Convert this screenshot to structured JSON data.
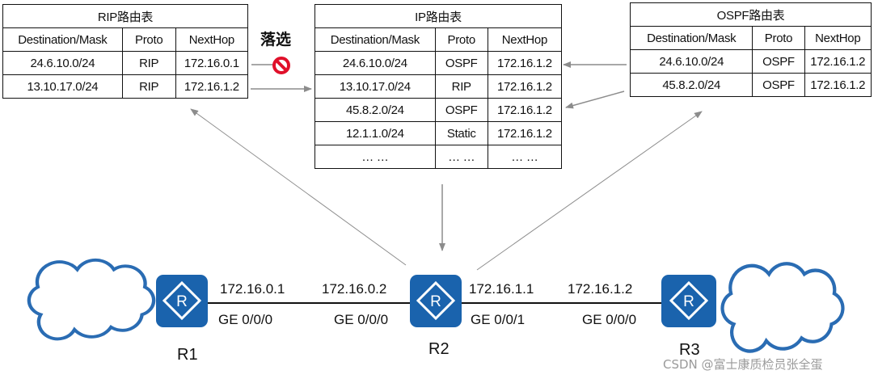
{
  "rip_table": {
    "title": "RIP路由表",
    "headers": [
      "Destination/Mask",
      "Proto",
      "NextHop"
    ],
    "rows": [
      [
        "24.6.10.0/24",
        "RIP",
        "172.16.0.1"
      ],
      [
        "13.10.17.0/24",
        "RIP",
        "172.16.1.2"
      ]
    ]
  },
  "ip_table": {
    "title": "IP路由表",
    "headers": [
      "Destination/Mask",
      "Proto",
      "NextHop"
    ],
    "rows": [
      [
        "24.6.10.0/24",
        "OSPF",
        "172.16.1.2"
      ],
      [
        "13.10.17.0/24",
        "RIP",
        "172.16.1.2"
      ],
      [
        "45.8.2.0/24",
        "OSPF",
        "172.16.1.2"
      ],
      [
        "12.1.1.0/24",
        "Static",
        "172.16.1.2"
      ],
      [
        "… …",
        "… …",
        "… …"
      ]
    ]
  },
  "ospf_table": {
    "title": "OSPF路由表",
    "headers": [
      "Destination/Mask",
      "Proto",
      "NextHop"
    ],
    "rows": [
      [
        "24.6.10.0/24",
        "OSPF",
        "172.16.1.2"
      ],
      [
        "45.8.2.0/24",
        "OSPF",
        "172.16.1.2"
      ]
    ]
  },
  "rejected_label": "落选",
  "routers": {
    "r1": {
      "name": "R1",
      "ip": "172.16.0.1",
      "iface": "GE 0/0/0"
    },
    "r2": {
      "name": "R2",
      "ip_left": "172.16.0.2",
      "iface_left": "GE 0/0/0",
      "ip_right": "172.16.1.1",
      "iface_right": "GE 0/0/1"
    },
    "r3": {
      "name": "R3",
      "ip": "172.16.1.2",
      "iface": "GE 0/0/0"
    }
  },
  "watermark": "CSDN @富士康质检员张全蛋",
  "colors": {
    "router": "#1a63ad",
    "cloud": "#2a6cb3",
    "arrow": "#8c8c8c",
    "prohibit": "#e0102a"
  }
}
